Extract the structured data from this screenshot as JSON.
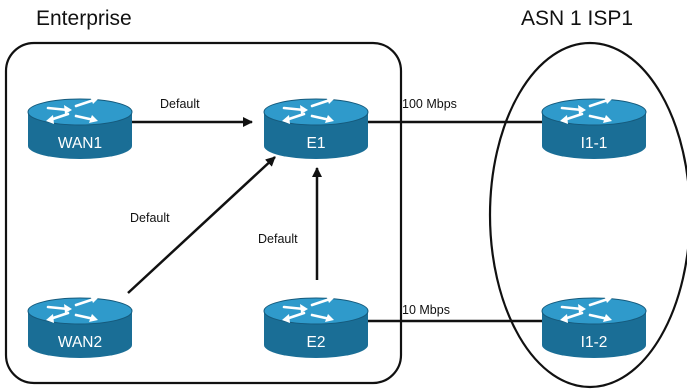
{
  "groups": {
    "enterprise_label": "Enterprise",
    "isp_label": "ASN 1 ISP1"
  },
  "routers": [
    {
      "id": "wan1",
      "label": "WAN1"
    },
    {
      "id": "e1",
      "label": "E1"
    },
    {
      "id": "i1-1",
      "label": "I1-1"
    },
    {
      "id": "wan2",
      "label": "WAN2"
    },
    {
      "id": "e2",
      "label": "E2"
    },
    {
      "id": "i1-2",
      "label": "I1-2"
    }
  ],
  "links": {
    "wan1_to_e1": "Default",
    "wan2_to_e1": "Default",
    "e2_to_e1": "Default",
    "e1_to_i1_1": "100 Mbps",
    "e2_to_i1_2": "10 Mbps"
  },
  "colors": {
    "router_body": "#1a6e96",
    "router_top": "#2f9acb",
    "router_glyph": "#ffffff",
    "line": "#111111"
  }
}
